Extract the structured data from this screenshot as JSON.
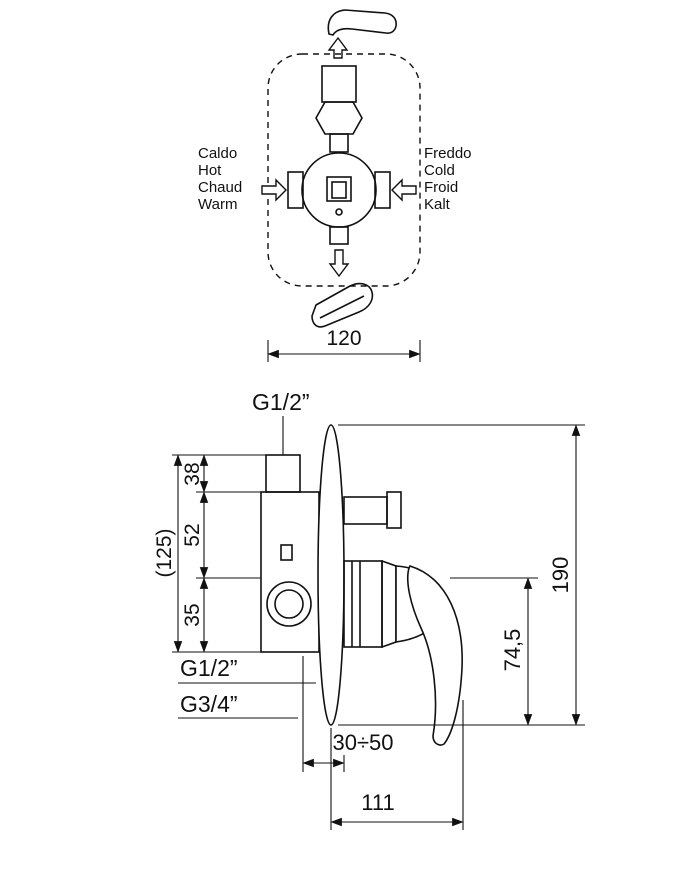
{
  "meta": {
    "background": "#ffffff",
    "ink": "#111111",
    "drawing_type": "concealed shower mixer technical drawing"
  },
  "top_view": {
    "hot_labels": [
      "Caldo",
      "Hot",
      "Chaud",
      "Warm"
    ],
    "cold_labels": [
      "Freddo",
      "Cold",
      "Froid",
      "Kalt"
    ],
    "dim_width": "120"
  },
  "side_view": {
    "thread_top": "G1/2”",
    "thread_side": "G1/2”",
    "thread_bottom": "G3/4”",
    "dim_a": "38",
    "dim_b": "52",
    "dim_c": "35",
    "dim_total_left": "(125)",
    "dim_height": "190",
    "dim_handle": "74,5",
    "dim_wall_range": "30÷50",
    "dim_depth": "111"
  }
}
